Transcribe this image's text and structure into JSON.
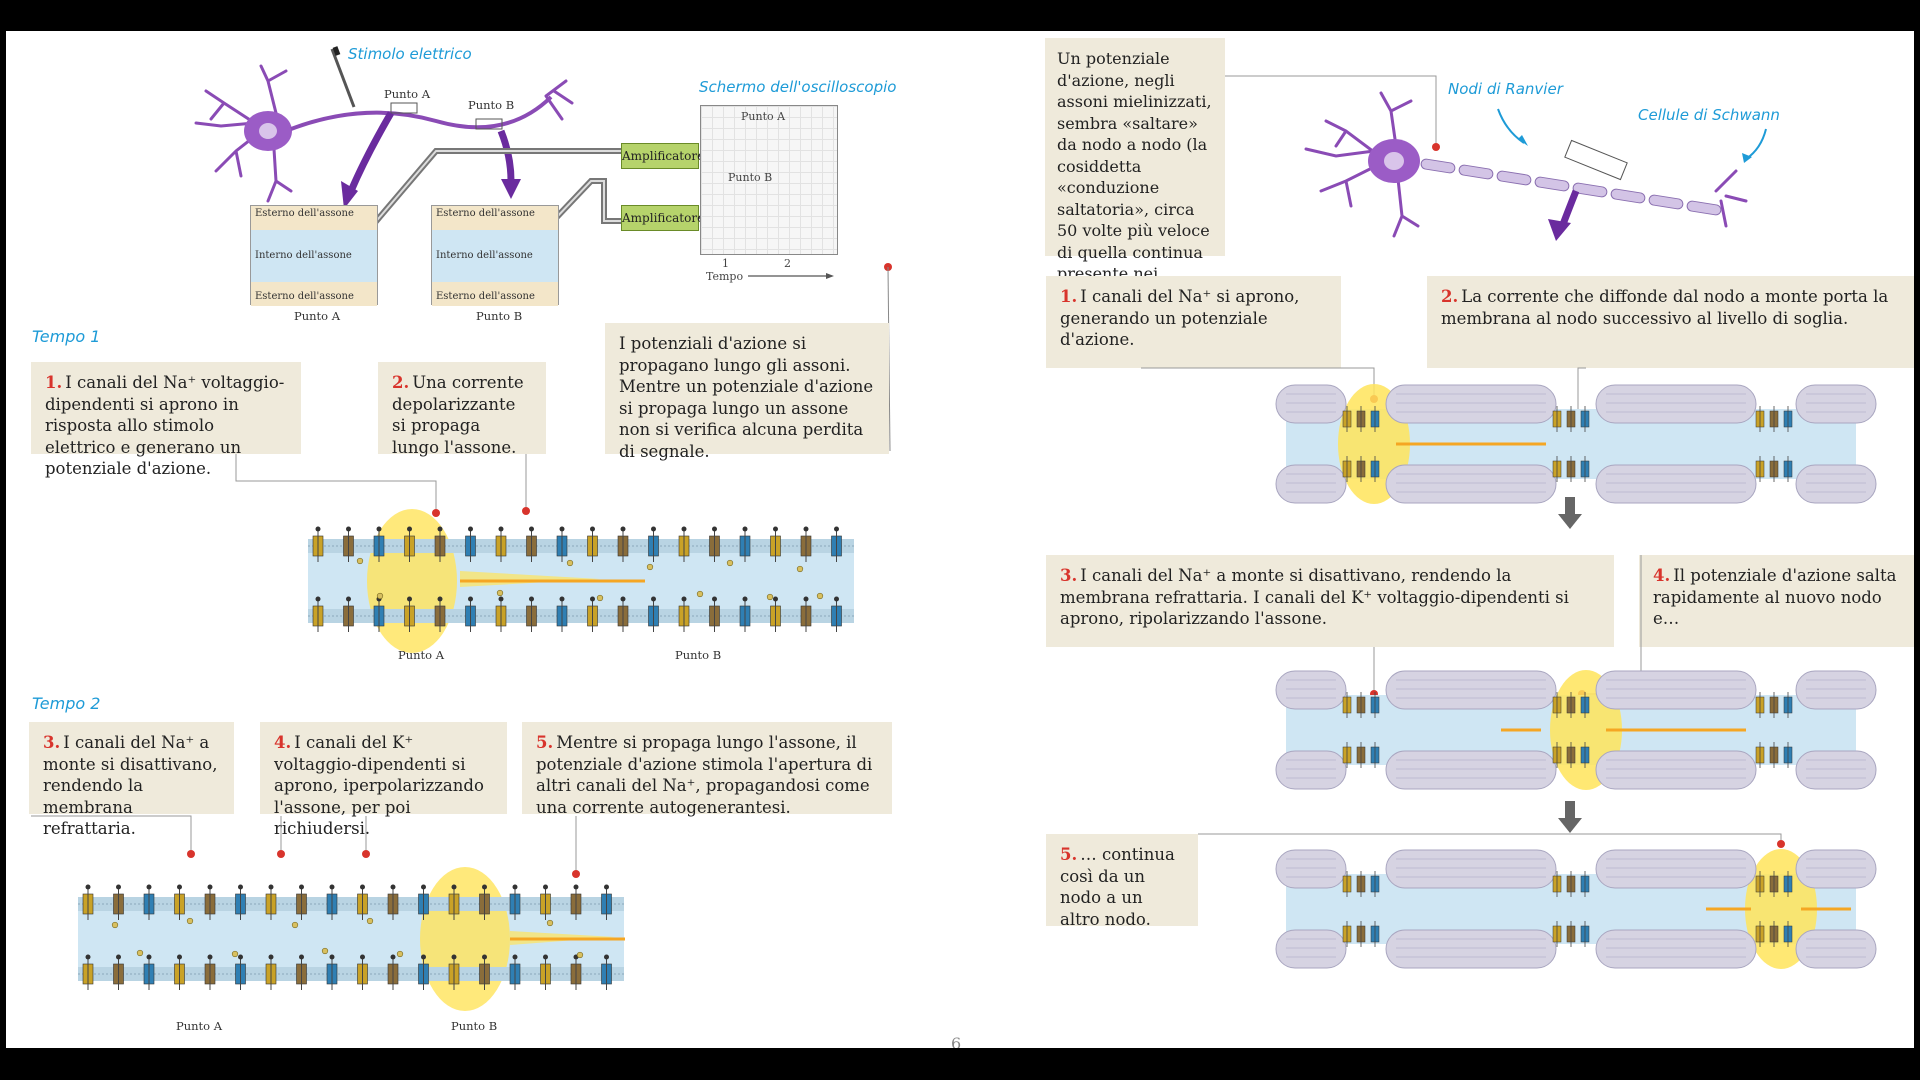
{
  "left": {
    "stimulus_label": "Stimolo elettrico",
    "scope_label": "Schermo dell'oscilloscopio",
    "point_a": "Punto A",
    "point_b": "Punto B",
    "amplifier": "Amplificatore",
    "outside_axon": "Esterno dell'assone",
    "inside_axon": "Interno dell'assone",
    "scope_tick_1": "1",
    "scope_tick_2": "2",
    "scope_axis": "Tempo",
    "tempo1": "Tempo 1",
    "tempo2": "Tempo 2",
    "t1_step1_num": "1.",
    "t1_step1_text": "I canali del Na⁺ voltaggio-dipendenti si aprono in risposta allo stimolo elettrico e generano un potenziale d'azione.",
    "t1_step2_num": "2.",
    "t1_step2_text": "Una corrente depolarizzante si propaga lungo l'assone.",
    "info_text": "I potenziali d'azione si propagano lungo gli assoni. Mentre un potenziale d'azione si propaga lungo un assone non si verifica alcuna perdita di segnale.",
    "t2_step3_num": "3.",
    "t2_step3_text": "I canali del Na⁺ a monte si disattivano, rendendo la membrana refrattaria.",
    "t2_step4_num": "4.",
    "t2_step4_text": "I canali del K⁺ voltaggio-dipendenti si aprono, iperpolarizzando l'assone, per poi richiudersi.",
    "t2_step5_num": "5.",
    "t2_step5_text": "Mentre si propaga lungo l'assone, il potenziale d'azione stimola l'apertura di altri canali del Na⁺, propagandosi come una corrente autogenerantesi."
  },
  "right": {
    "intro_text": "Un potenziale d'azione, negli assoni mielinizzati, sembra «saltare» da nodo a nodo (la cosiddetta «conduzione saltatoria», circa 50 volte più veloce di quella continua presente nei neuroni senza mielina).",
    "ranvier_label": "Nodi di Ranvier",
    "schwann_label": "Cellule di Schwann",
    "step1_num": "1.",
    "step1_text": "I canali del Na⁺ si aprono, generando un potenziale d'azione.",
    "step2_num": "2.",
    "step2_text": "La corrente che diffonde dal nodo a monte porta la membrana al nodo successivo al livello di soglia.",
    "step3_num": "3.",
    "step3_text": "I canali del Na⁺ a monte si disattivano, rendendo la membrana refrattaria. I canali del K⁺ voltaggio-dipendenti si aprono, ripolarizzando l'assone.",
    "step4_num": "4.",
    "step4_text": "Il potenziale d'azione salta rapidamente al nuovo nodo e…",
    "step5_num": "5.",
    "step5_text": "… continua così da un nodo a un altro nodo."
  },
  "page_number": "6",
  "colors": {
    "accent_blue": "#1e9bd7",
    "step_red": "#d8342c",
    "box_bg": "#efeadb",
    "axon_blue": "#cfe6f3",
    "myelin": "#c9c6db",
    "pulse_yellow": "#ffe45a",
    "neuron_purple": "#8a4bb5",
    "arrow_purple": "#6a2b9e"
  }
}
